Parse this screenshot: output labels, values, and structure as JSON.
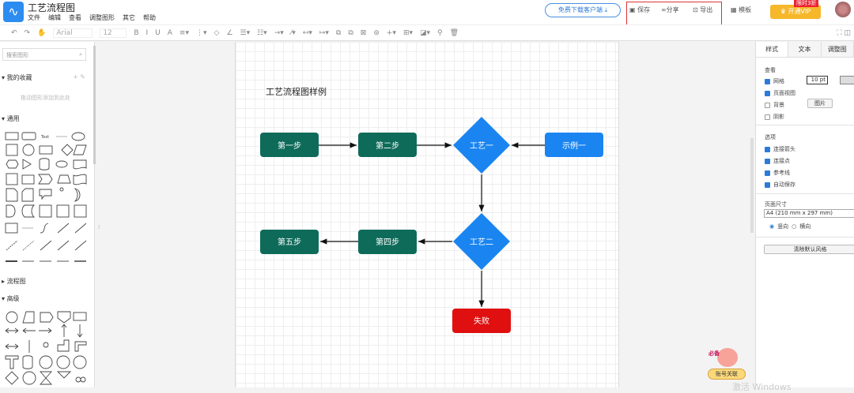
{
  "header": {
    "app_title": "工艺流程图",
    "menu": [
      "文件",
      "编辑",
      "查看",
      "调整图形",
      "其它",
      "帮助"
    ],
    "download_label": "免费下载客户端",
    "save_label": "保存",
    "share_label": "分享",
    "export_label": "导出",
    "templates_label": "模板",
    "vip_label": "开通VIP",
    "vip_badge": "限时3折"
  },
  "toolbar": {
    "font": "Arial",
    "font_size": "12"
  },
  "left_panel": {
    "search_placeholder": "搜索图形",
    "favorites": "我的收藏",
    "favorites_hint": "拖动图形添加到此处",
    "general": "通用",
    "flowchart": "流程图",
    "advanced": "高级",
    "text_shape": "Text"
  },
  "diagram": {
    "title": "工艺流程图样例",
    "nodes": {
      "step1": "第一步",
      "step2": "第二步",
      "process1": "工艺一",
      "example1": "示例一",
      "process2": "工艺二",
      "step4": "第四步",
      "step5": "第五步",
      "fail": "失败"
    },
    "colors": {
      "step": "#0e6b5a",
      "diamond": "#1a85f0",
      "example": "#1a85f0",
      "fail": "#e01010"
    }
  },
  "right_panel": {
    "tabs": [
      "样式",
      "文本",
      "调整图"
    ],
    "view": "查看",
    "grid": "网格",
    "grid_size": "10 pt",
    "page_view": "页面视图",
    "background": "背景",
    "image_btn": "图片",
    "shadow": "阴影",
    "options": "选项",
    "connect_arrows": "连接箭头",
    "connect_points": "连接点",
    "guides": "参考线",
    "autosave": "自动保存",
    "page_size": "页面尺寸",
    "page_size_value": "A4 (210 mm x 297 mm)",
    "portrait": "竖向",
    "landscape": "横向",
    "clear_style": "清除默认风格"
  },
  "ad": {
    "label": "账号关联",
    "tag": "必备"
  },
  "watermark": "激活 Windows"
}
